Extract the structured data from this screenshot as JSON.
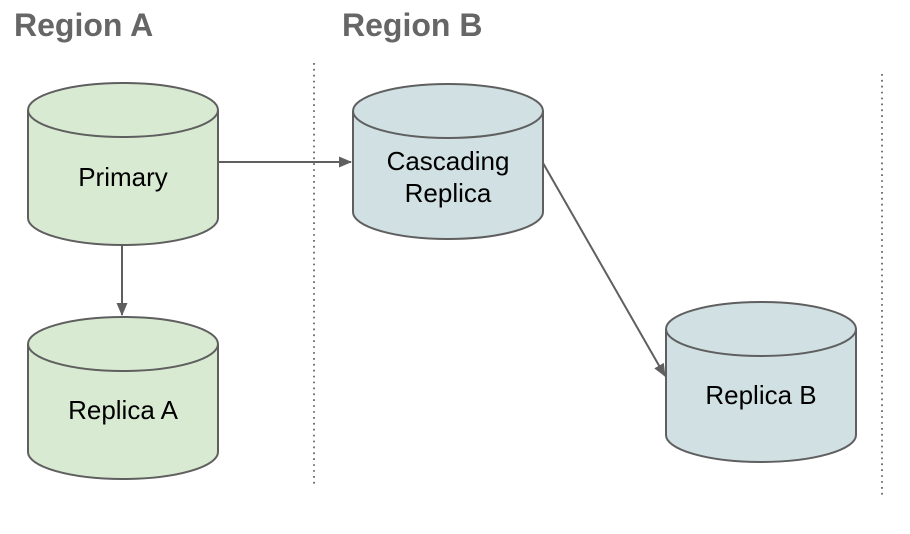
{
  "diagram": {
    "background": "#ffffff",
    "regions": [
      {
        "label": "Region A",
        "boundary": "dotted-vertical-line"
      },
      {
        "label": "Region B",
        "boundary": "dotted-vertical-line"
      }
    ],
    "nodes": [
      {
        "id": "primary",
        "label": "Primary",
        "shape": "database-cylinder",
        "region": "Region A",
        "fill": "#d9ead3",
        "stroke": "#5f5f5f"
      },
      {
        "id": "replica-a",
        "label": "Replica A",
        "shape": "database-cylinder",
        "region": "Region A",
        "fill": "#d9ead3",
        "stroke": "#5f5f5f"
      },
      {
        "id": "cascading-replica",
        "label": "Cascading\nReplica",
        "shape": "database-cylinder",
        "region": "Region B",
        "fill": "#d0e0e3",
        "stroke": "#5f5f5f"
      },
      {
        "id": "replica-b",
        "label": "Replica B",
        "shape": "database-cylinder",
        "region": "Region B",
        "fill": "#d0e0e3",
        "stroke": "#5f5f5f"
      }
    ],
    "edges": [
      {
        "from": "Primary",
        "to": "Cascading Replica",
        "style": "solid-arrow"
      },
      {
        "from": "Primary",
        "to": "Replica A",
        "style": "solid-arrow"
      },
      {
        "from": "Cascading Replica",
        "to": "Replica B",
        "style": "solid-arrow"
      }
    ],
    "colors": {
      "region_a_node_fill": "#d9ead3",
      "region_b_node_fill": "#d0e0e3",
      "node_stroke": "#5f5f5f",
      "arrow": "#5f5f5f",
      "heading_text": "#666666",
      "node_label_text": "#000000",
      "boundary_dots": "#666666"
    }
  }
}
